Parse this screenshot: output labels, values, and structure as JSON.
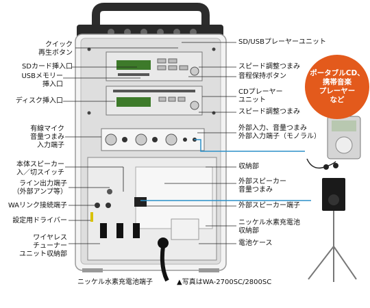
{
  "labels_left": [
    {
      "text": "クイック\n再生ボタン"
    },
    {
      "text": "SDカード挿入口"
    },
    {
      "text": "USBメモリー\n挿入口"
    },
    {
      "text": "ディスク挿入口"
    },
    {
      "text": "有線マイク\n音量つまみ\n入力端子"
    },
    {
      "text": "本体スピーカー\n入／切スイッチ"
    },
    {
      "text": "ライン出力端子\n（外部アンプ等）"
    },
    {
      "text": "WAリンク接続端子"
    },
    {
      "text": "設定用ドライバー"
    },
    {
      "text": "ワイヤレス\nチューナー\nユニット収納部"
    }
  ],
  "labels_right": [
    {
      "text": "SD/USBプレーヤーユニット"
    },
    {
      "text": "スピード調整つまみ"
    },
    {
      "text": "音程保持ボタン"
    },
    {
      "text": "CDプレーヤー\nユニット"
    },
    {
      "text": "スピード調整つまみ"
    },
    {
      "text": "外部入力、音量つまみ\n外部入力端子（モノラル）"
    },
    {
      "text": "収納部"
    },
    {
      "text": "外部スピーカー\n音量つまみ"
    },
    {
      "text": "外部スピーカー端子"
    },
    {
      "text": "ニッケル水素充電池\n収納部"
    },
    {
      "text": "電池ケース"
    }
  ],
  "callout": "ポータブルCD、\n携帯音楽\nプレーヤー\nなど",
  "bottom_label": "ニッケル水素充電池端子",
  "photo_note": "▲写真はWA-2700SC/2800SC",
  "colors": {
    "callout": "#e35a1c",
    "cable": "#2a8fc8",
    "lcd": "#3d7a2a"
  }
}
